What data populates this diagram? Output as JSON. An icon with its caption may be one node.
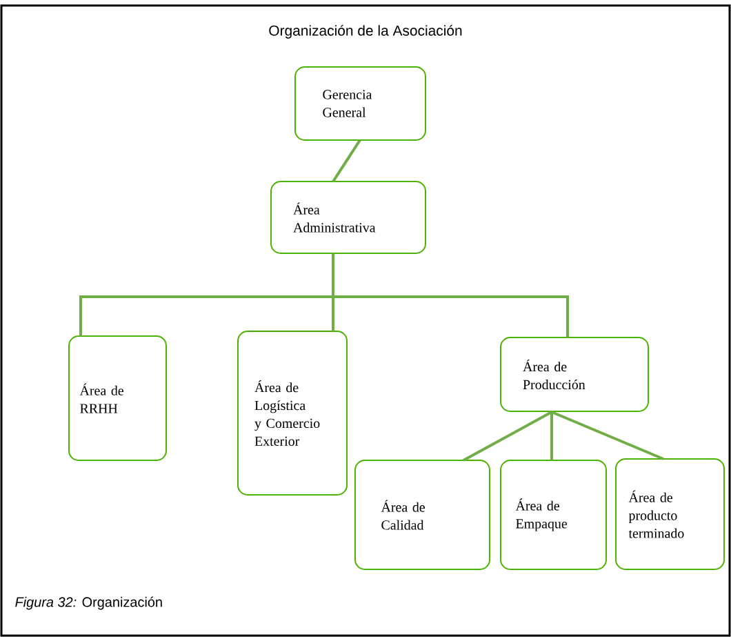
{
  "diagram": {
    "title": "Organización de la Asociación",
    "caption": "*Figura 32:* Organización",
    "nodes": [
      {
        "text": [
          "Gerencia General"
        ]
      },
      {
        "text": [
          "Área Administrativa"
        ]
      },
      {
        "text": [
          "Área de RRHH"
        ]
      },
      {
        "text": [
          "Área de Logística y Comercio Exterior"
        ]
      },
      {
        "text": [
          "Área de Producción"
        ]
      },
      {
        "text": [
          "Área de Calidad"
        ]
      },
      {
        "text": [
          "Área de Empaque"
        ]
      },
      {
        "text": [
          "Área de producto terminado"
        ]
      }
    ],
    "edges": [
      {
        "from": 0,
        "to": 1,
        "arrow": "none"
      },
      {
        "from": 1,
        "to": 2,
        "arrow": "none"
      },
      {
        "from": 1,
        "to": 3,
        "arrow": "none"
      },
      {
        "from": 1,
        "to": 4,
        "arrow": "none"
      },
      {
        "from": 4,
        "to": 5,
        "arrow": "none"
      },
      {
        "from": 4,
        "to": 6,
        "arrow": "none"
      },
      {
        "from": 4,
        "to": 7,
        "arrow": "none"
      }
    ]
  }
}
